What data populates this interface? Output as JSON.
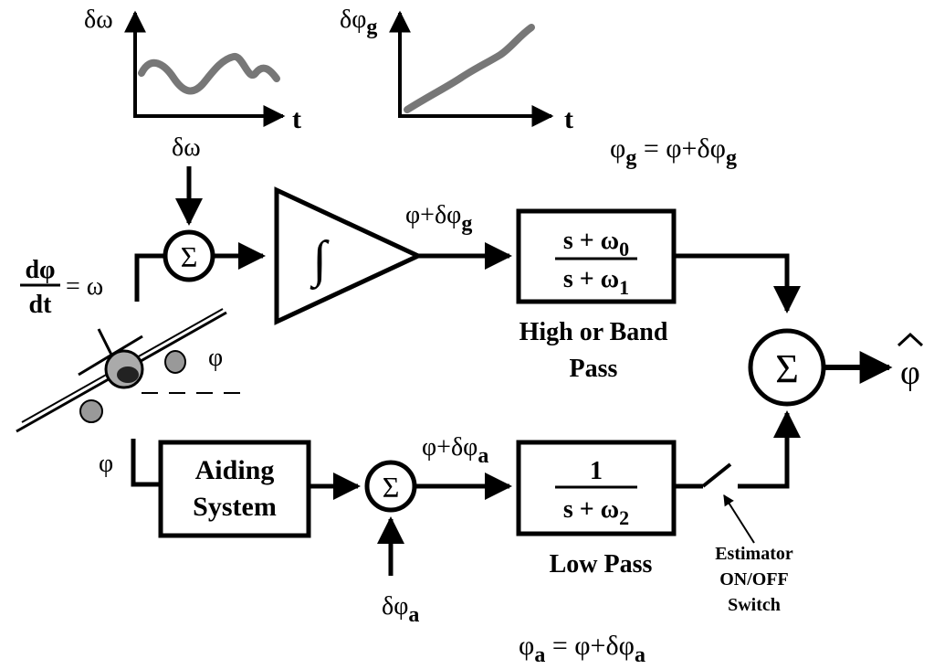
{
  "graphs": {
    "left": {
      "y_label": "δω",
      "x_label": "t"
    },
    "right": {
      "y_label_main": "δφ",
      "y_label_sub": "g",
      "x_label": "t"
    }
  },
  "equations": {
    "phi_g": {
      "lhs_main": "φ",
      "lhs_sub": "g",
      "rhs_main": " = φ+δφ",
      "rhs_sub": "g"
    },
    "phi_a": {
      "lhs_main": "φ",
      "lhs_sub": "a",
      "rhs_main": " = φ+δφ",
      "rhs_sub": "a"
    },
    "rate": {
      "num": "dφ",
      "den": "dt",
      "rhs": "= ω"
    }
  },
  "inputs": {
    "delta_omega": "δω",
    "delta_phi_a_main": "δφ",
    "delta_phi_a_sub": "a",
    "phi_bottom": "φ",
    "phi_angle": "φ"
  },
  "blocks": {
    "summer_symbol": "Σ",
    "integrator_symbol": "∫",
    "high_pass": {
      "num_main": "s + ω",
      "num_sub": "0",
      "den_main": "s + ω",
      "den_sub": "1",
      "caption_line1": "High or Band",
      "caption_line2": "Pass"
    },
    "low_pass": {
      "num": "1",
      "den_main": "s + ω",
      "den_sub": "2",
      "caption": "Low Pass"
    },
    "aiding_system": {
      "line1": "Aiding",
      "line2": "System"
    },
    "switch_caption": {
      "line1": "Estimator",
      "line2": "ON/OFF",
      "line3": "Switch"
    }
  },
  "signals": {
    "top_main": "φ+δφ",
    "top_sub": "g",
    "bottom_main": "φ+δφ",
    "bottom_sub": "a",
    "output": "φ"
  }
}
